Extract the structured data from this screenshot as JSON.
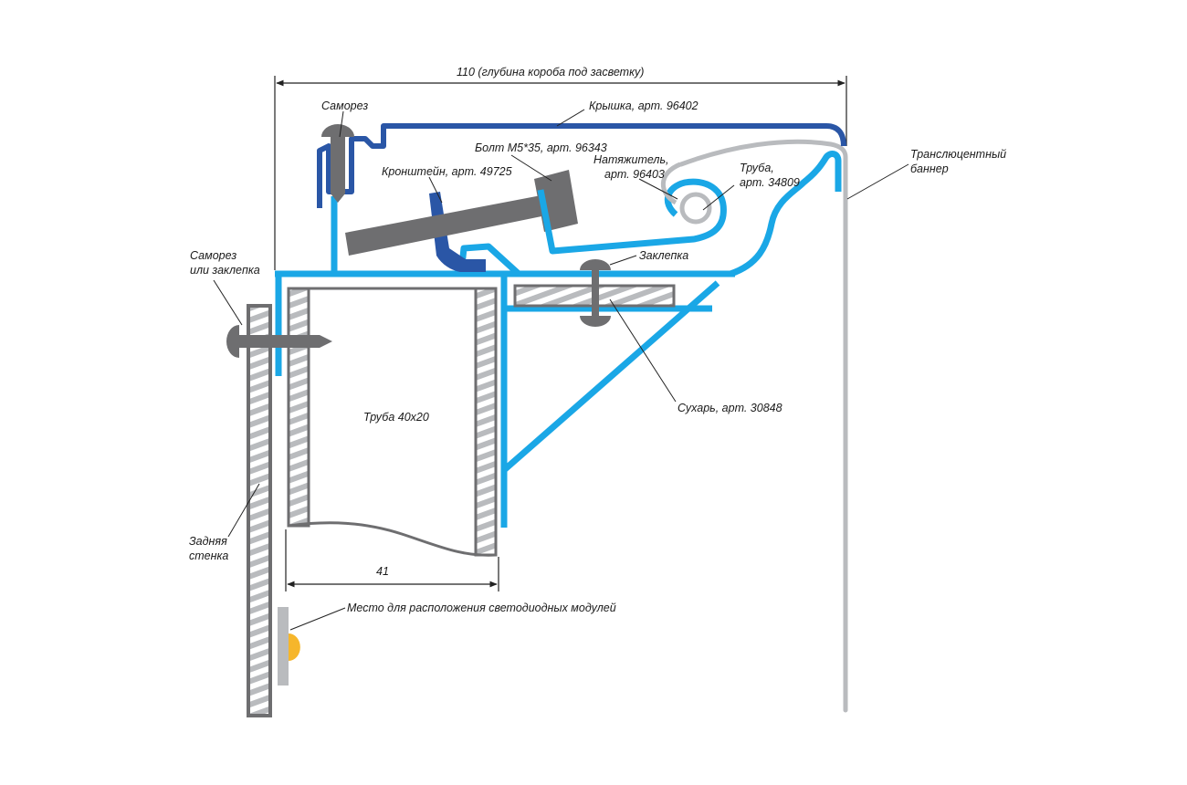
{
  "colors": {
    "profile": "#1aa7e6",
    "cover": "#2a56a6",
    "gray": "#6e6e70",
    "light_gray": "#b9bbbe",
    "led": "#f6b62b",
    "line": "#222222"
  },
  "labels": {
    "depth_dim": "110 (глубина короба под засветку)",
    "screw_top": "Саморез",
    "cover": "Крышка, арт. 96402",
    "bolt": "Болт М5*35, арт. 96343",
    "bracket": "Кронштейн, арт. 49725",
    "tensioner_1": "Натяжитель,",
    "tensioner_2": "арт. 96403",
    "tube_1": "Труба,",
    "tube_2": "арт. 34809",
    "banner_1": "Транслюцентный",
    "banner_2": "баннер",
    "rivet": "Заклепка",
    "screw_left_1": "Саморез",
    "screw_left_2": "или заклепка",
    "nut": "Сухарь, арт. 30848",
    "pipe": "Труба 40х20",
    "back_wall_1": "Задняя",
    "back_wall_2": "стенка",
    "width_dim": "41",
    "led_place": "Место для расположения светодиодных модулей"
  }
}
